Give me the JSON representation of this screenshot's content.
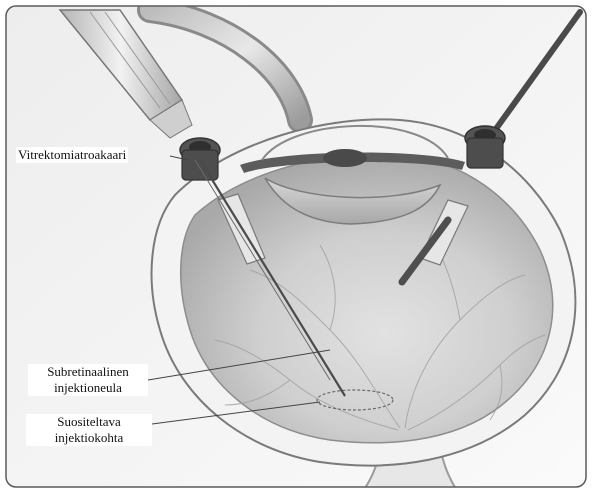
{
  "labels": {
    "trocar": "Vitrektomiatroakaari",
    "needle_line1": "Subretinaalinen",
    "needle_line2": "injektioneula",
    "site_line1": "Suositeltava",
    "site_line2": "injektiokohta"
  },
  "colors": {
    "frame": "#5a5a5a",
    "sclera": "#f5f5f5",
    "vitreous": "#c9c9c9",
    "instrument_dark": "#3f3f3f",
    "leader_line": "#444444"
  }
}
